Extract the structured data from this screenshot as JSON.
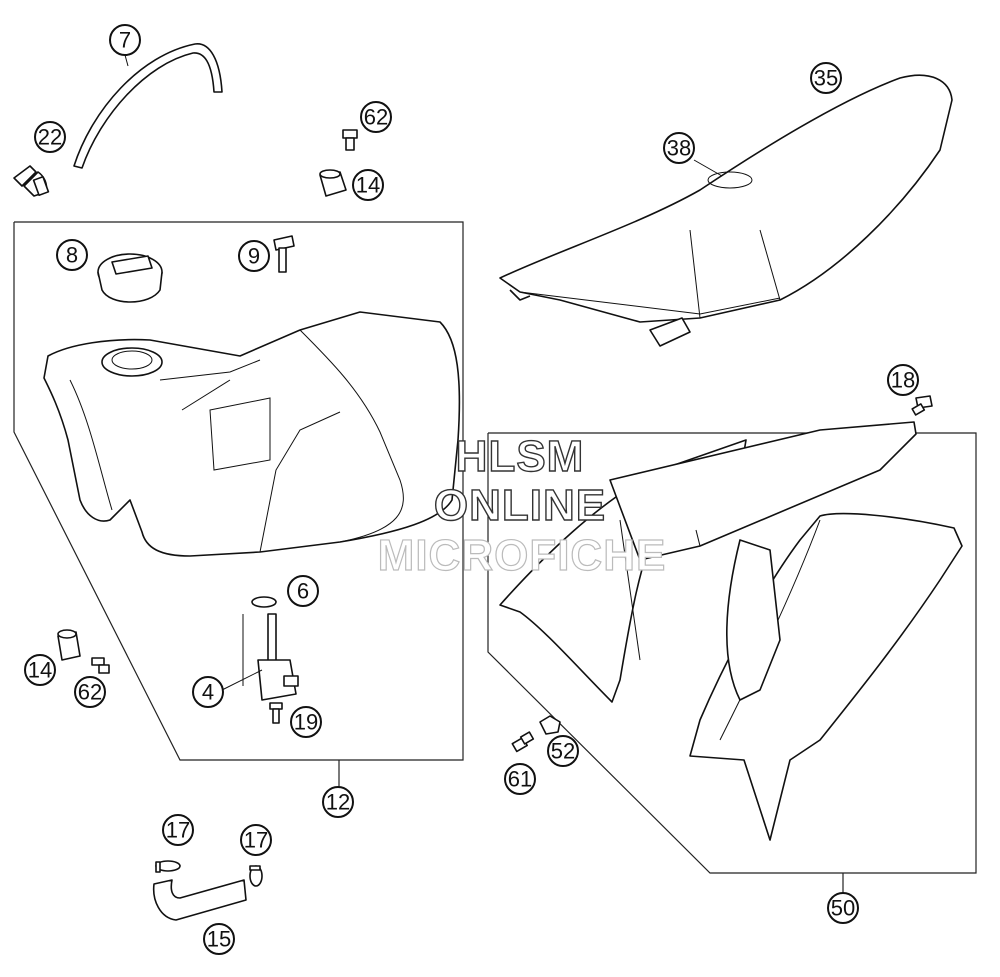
{
  "callouts": {
    "c7": "7",
    "c22": "22",
    "c62a": "62",
    "c14a": "14",
    "c8": "8",
    "c9": "9",
    "c35": "35",
    "c38": "38",
    "c18": "18",
    "c6": "6",
    "c4": "4",
    "c19": "19",
    "c14b": "14",
    "c62b": "62",
    "c12": "12",
    "c61": "61",
    "c52": "52",
    "c17a": "17",
    "c17b": "17",
    "c15": "15",
    "c50": "50"
  },
  "watermark": {
    "line1": "HLSM",
    "line2": "ONLINE",
    "line3": "MICROFICHE"
  }
}
